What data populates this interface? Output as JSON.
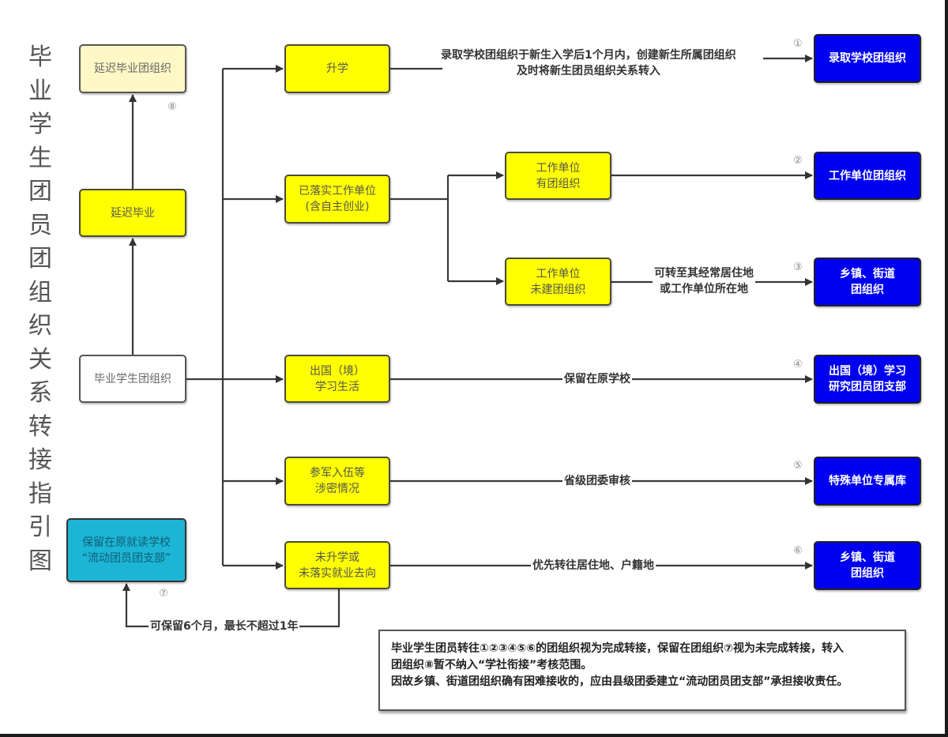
{
  "title": "毕业学生团员团组织关系转接指引图",
  "left_column": {
    "delayed_org": "延迟毕业团组织",
    "delayed_org_marker": "⑧",
    "delayed_graduation": "延迟毕业",
    "graduating_org": "毕业学生团组织",
    "retain_school": [
      "保留在原就读学校",
      "“流动团员团支部”"
    ],
    "retain_marker": "⑦",
    "retain_note": "可保留6个月，最长不超过1年"
  },
  "branches": [
    {
      "id": "further-study",
      "lines": [
        "升学"
      ]
    },
    {
      "id": "employed",
      "lines": [
        "已落实工作单位",
        "(含自主创业)"
      ]
    },
    {
      "id": "abroad",
      "lines": [
        "出国（境）",
        "学习生活"
      ]
    },
    {
      "id": "military",
      "lines": [
        "参军入伍等",
        "涉密情况"
      ]
    },
    {
      "id": "unplaced",
      "lines": [
        "未升学或",
        "未落实就业去向"
      ]
    }
  ],
  "sub_branches": [
    {
      "id": "employer-has-org",
      "lines": [
        "工作单位",
        "有团组织"
      ]
    },
    {
      "id": "employer-no-org",
      "lines": [
        "工作单位",
        "未建团组织"
      ]
    }
  ],
  "edge_labels": {
    "further_study": [
      "录取学校团组织于新生入学后1个月内，创建新生所属团组织",
      "及时将新生团员组织关系转入"
    ],
    "employer_no_org": [
      "可转至其经常居住地",
      "或工作单位所在地"
    ],
    "abroad": "保留在原学校",
    "military": "省级团委审核",
    "unplaced": "优先转往居住地、户籍地"
  },
  "destinations": [
    {
      "marker": "①",
      "lines": [
        "录取学校团组织"
      ]
    },
    {
      "marker": "②",
      "lines": [
        "工作单位团组织"
      ]
    },
    {
      "marker": "③",
      "lines": [
        "乡镇、街道",
        "团组织"
      ]
    },
    {
      "marker": "④",
      "lines": [
        "出国（境）学习",
        "研究团员团支部"
      ]
    },
    {
      "marker": "⑤",
      "lines": [
        "特殊单位专属库"
      ]
    },
    {
      "marker": "⑥",
      "lines": [
        "乡镇、街道",
        "团组织"
      ]
    }
  ],
  "note": [
    "毕业学生团员转往①②③④⑤⑥的团组织视为完成转接，保留在团组织⑦视为未完成转接，转入",
    "团组织⑧暂不纳入“学社衔接”考核范围。",
    "因故乡镇、街道团组织确有困难接收的，应由县级团委建立“流动团员团支部”承担接收责任。"
  ],
  "colors": {
    "branch_yellow": "#FFFF00",
    "destination_blue": "#0000F0",
    "retain_cyan": "#1DB5D5",
    "delayed_cream": "#FFF8C6"
  }
}
